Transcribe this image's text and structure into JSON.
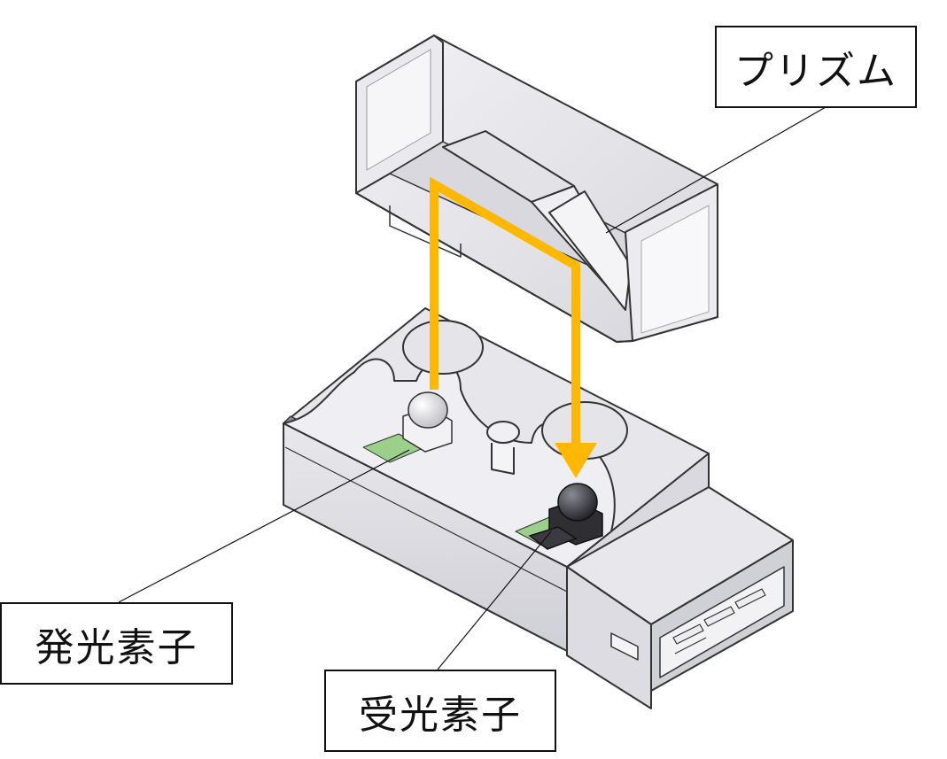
{
  "labels": {
    "prism": "プリズム",
    "emitter": "発光素子",
    "receiver": "受光素子"
  },
  "colors": {
    "light_path": "#FFB800",
    "leader_line": "#111111",
    "part_fill": "#E4E4E8",
    "part_edge": "#333333",
    "pcb_green": "#9AD08A",
    "receiver_body": "#2E2E33"
  },
  "icons": {
    "light_path_arrow": "arrow-down-icon"
  }
}
